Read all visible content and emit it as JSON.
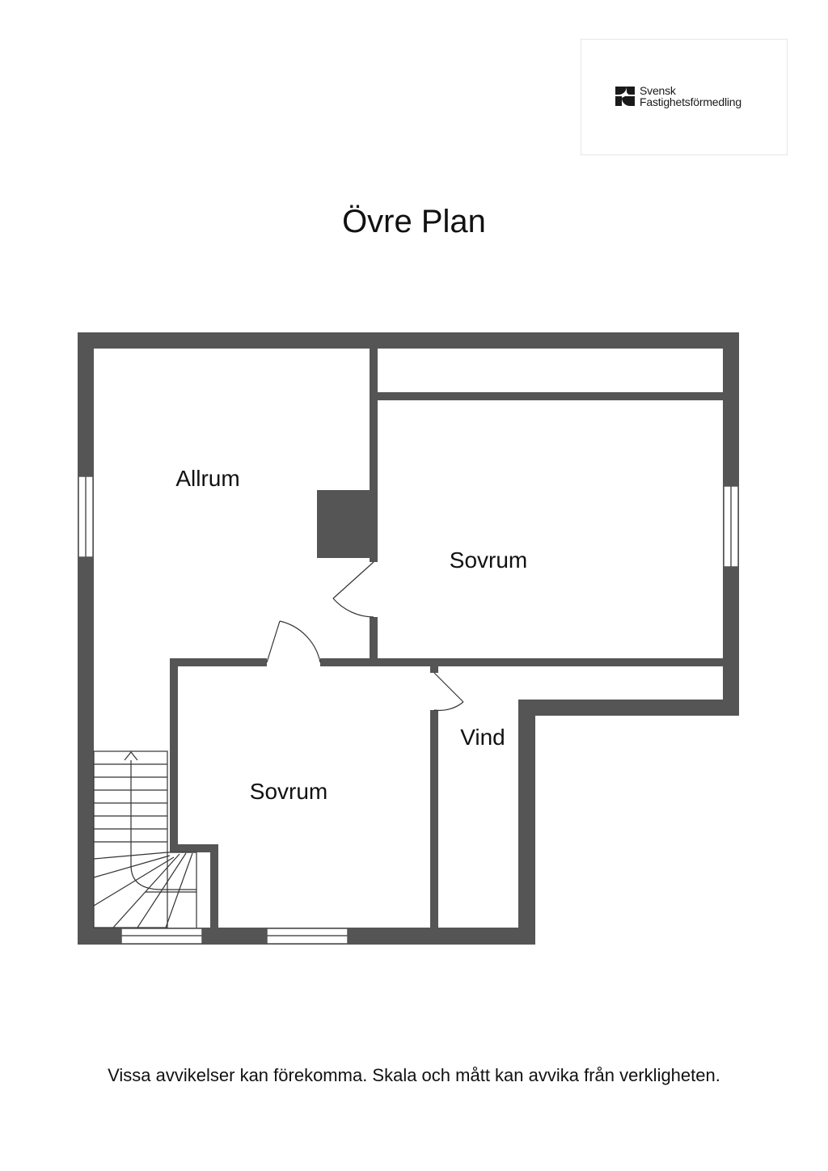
{
  "logo": {
    "line1": "Svensk",
    "line2": "Fastighetsförmedling",
    "icon": "sf-logo-mark-icon"
  },
  "title": "Övre Plan",
  "rooms": {
    "allrum": "Allrum",
    "sovrum_right": "Sovrum",
    "sovrum_bottom": "Sovrum",
    "vind": "Vind"
  },
  "disclaimer": "Vissa avvikelser kan förekomma. Skala och mått kan avvika från verkligheten.",
  "colors": {
    "wall": "#555555",
    "background": "#ffffff"
  }
}
